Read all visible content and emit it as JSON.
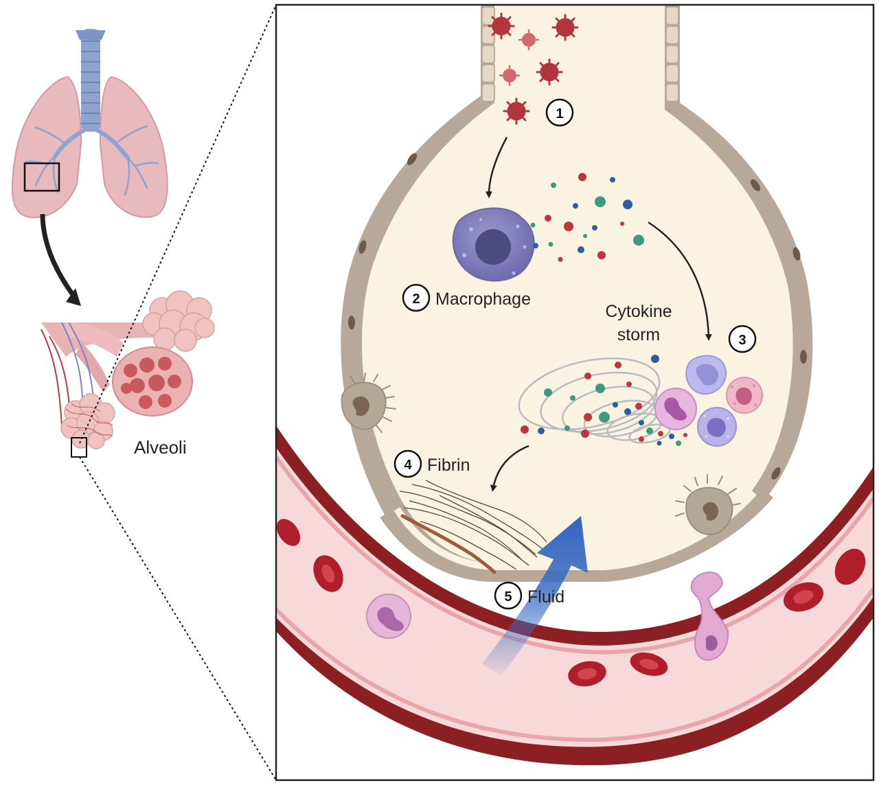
{
  "labels": {
    "alveoli": "Alveoli",
    "macrophage": "Macrophage",
    "cytokine_line1": "Cytokine",
    "cytokine_line2": "storm",
    "fibrin": "Fibrin",
    "fluid": "Fluid"
  },
  "steps": {
    "s1": "1",
    "s2": "2",
    "s3": "3",
    "s4": "4",
    "s5": "5"
  },
  "colors": {
    "alveolar_space": "#fbf3e1",
    "alveolar_wall": "#b7a89a",
    "lung": "#e8b9bd",
    "trachea": "#8fa3cf",
    "vessel_outer": "#8c1f24",
    "vessel_inner": "#f6d9d8",
    "red_cell": "#b01e2c",
    "virus": "#b2353c",
    "macrophage": "#7b78b8",
    "fluid_arrow": "#3d6cc4",
    "cytokine_red": "#c0343d",
    "cytokine_teal": "#3d9a7e",
    "cytokine_blue": "#2e5d9e"
  }
}
